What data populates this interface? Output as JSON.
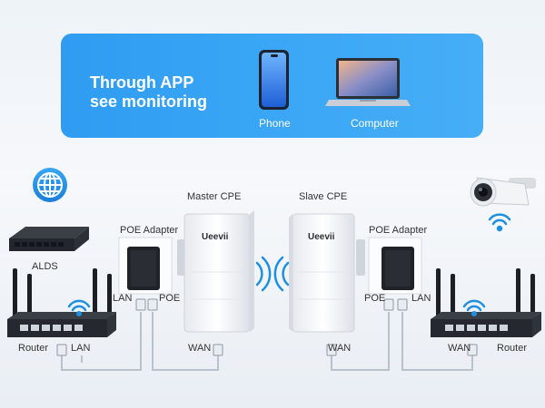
{
  "banner": {
    "line1": "Through APP",
    "line2": "see monitoring",
    "phone_label": "Phone",
    "computer_label": "Computer"
  },
  "left": {
    "alds": "ALDS",
    "poe_adapter": "POE Adapter",
    "lan": "LAN",
    "poe": "POE",
    "router": "Router",
    "router_lan": "LAN",
    "wan": "WAN"
  },
  "right": {
    "poe_adapter": "POE Adapter",
    "poe": "POE",
    "lan": "LAN",
    "router": "Router",
    "router_wan": "WAN",
    "wan": "WAN"
  },
  "cpe": {
    "master_label": "Master CPE",
    "slave_label": "Slave CPE",
    "brand": "Ueevii"
  },
  "icons": [
    "globe-icon",
    "wifi-icon",
    "phone-icon",
    "laptop-icon",
    "camera-icon"
  ],
  "colors": {
    "banner": "#3aa6f5",
    "wifi": "#1f8fe0",
    "cable": "#b9c2cc"
  }
}
